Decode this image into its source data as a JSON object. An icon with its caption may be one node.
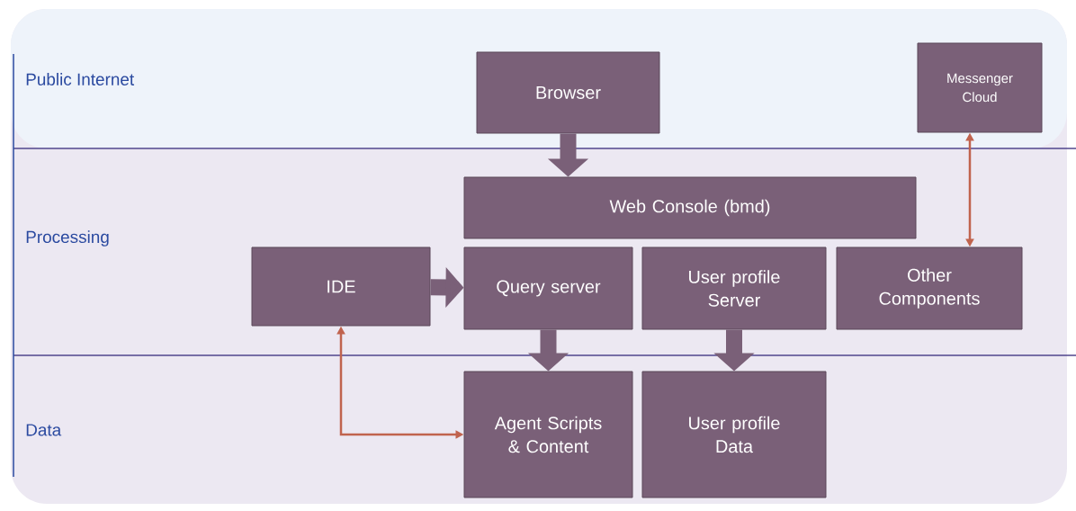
{
  "diagram": {
    "nodes": [
      {
        "text": [
          "Browser"
        ]
      },
      {
        "text": [
          "Messenger Cloud"
        ]
      },
      {
        "text": [
          "Web Console (bmd)"
        ]
      },
      {
        "text": [
          "IDE"
        ]
      },
      {
        "text": [
          "Query server"
        ]
      },
      {
        "text": [
          "User profile Server"
        ]
      },
      {
        "text": [
          "Other Components"
        ]
      },
      {
        "text": [
          "Agent Scripts & Content"
        ]
      },
      {
        "text": [
          "User profile Data"
        ]
      }
    ],
    "edges": [
      {
        "from": 0,
        "to": 2,
        "arrow": "to"
      },
      {
        "from": 3,
        "to": 4,
        "arrow": "to"
      },
      {
        "from": 4,
        "to": 7,
        "arrow": "to"
      },
      {
        "from": 5,
        "to": 8,
        "arrow": "to"
      },
      {
        "from": 6,
        "to": 1,
        "arrow": "both",
        "color": "#c0634e"
      },
      {
        "from": 3,
        "to": 7,
        "arrow": "both",
        "color": "#c0634e"
      }
    ],
    "labels": [
      "Public Internet",
      "Processing",
      "Data"
    ]
  }
}
